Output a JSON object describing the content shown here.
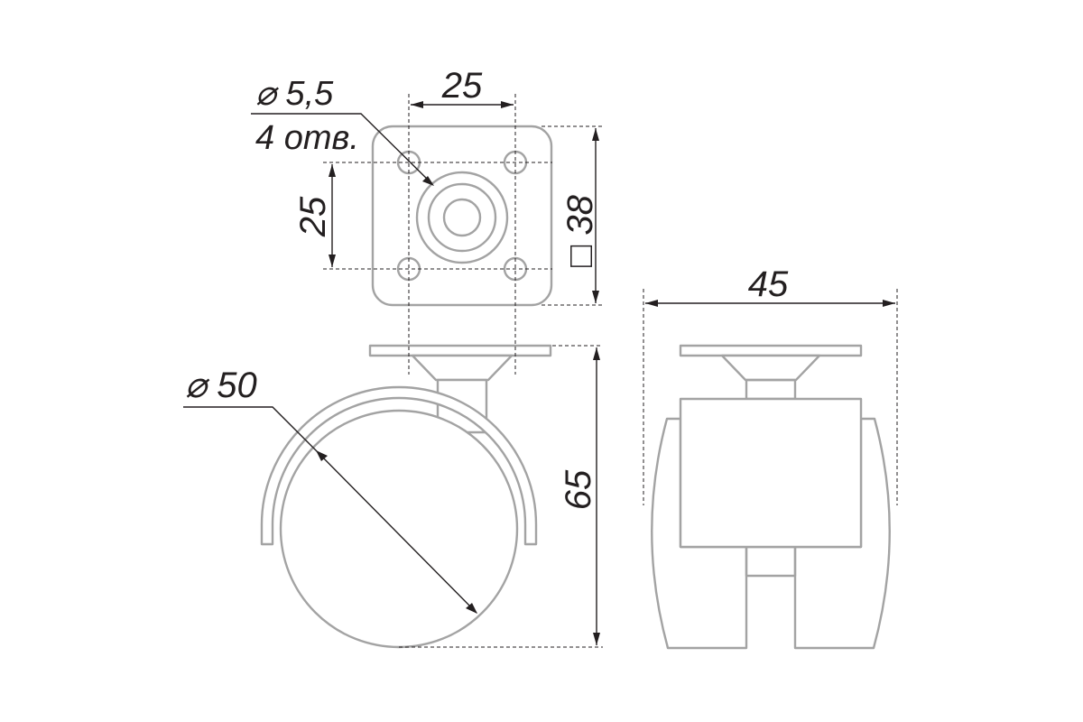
{
  "drawing": {
    "hole_diameter": "⌀ 5,5",
    "hole_count": "4 отв.",
    "hole_spacing_horizontal": "25",
    "hole_spacing_vertical": "25",
    "plate_size": "□ 38",
    "wheel_diameter": "⌀ 50",
    "total_height": "65",
    "total_width": "45"
  },
  "colors": {
    "part_outline": "#a3a3a3",
    "dimension_line": "#231f20",
    "background": "#ffffff"
  }
}
